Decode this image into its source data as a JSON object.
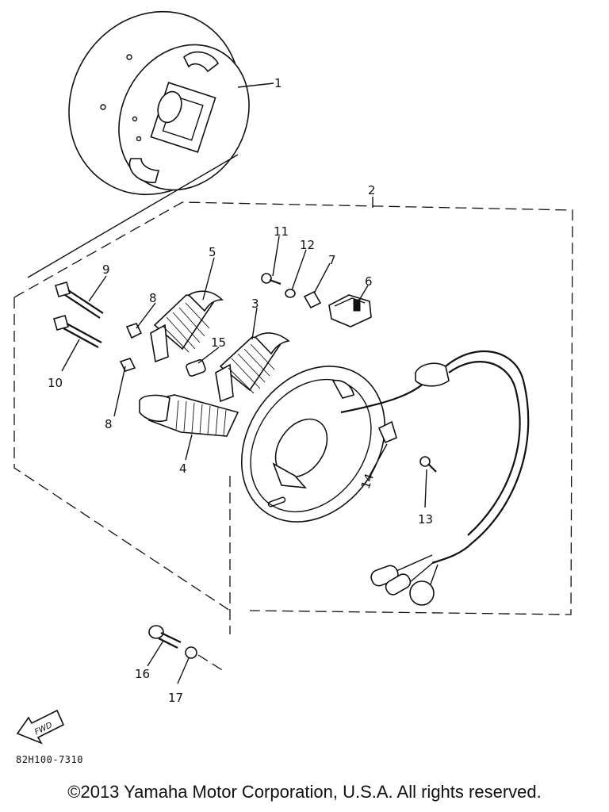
{
  "callouts": {
    "c1": "1",
    "c2": "2",
    "c3": "3",
    "c4": "4",
    "c5": "5",
    "c6": "6",
    "c7": "7",
    "c8a": "8",
    "c8b": "8",
    "c9": "9",
    "c10": "10",
    "c11": "11",
    "c12": "12",
    "c13": "13",
    "c14": "14",
    "c15": "15",
    "c16": "16",
    "c17": "17"
  },
  "fwd_label": "FWD",
  "part_number": "82H100-7310",
  "copyright": "©2013 Yamaha Motor Corporation, U.S.A. All rights reserved."
}
